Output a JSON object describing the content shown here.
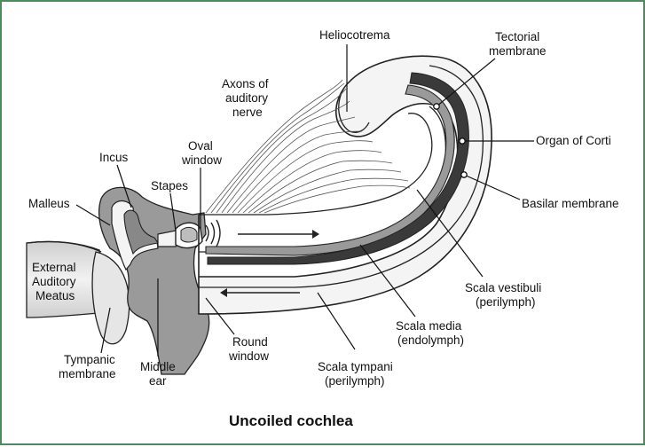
{
  "title": "Uncoiled cochlea",
  "labels": {
    "helicotrema": "Heliocotrema",
    "tectorial_1": "Tectorial",
    "tectorial_2": "membrane",
    "axons_1": "Axons of",
    "axons_2": "auditory",
    "axons_3": "nerve",
    "organ_of_corti": "Organ of Corti",
    "oval_1": "Oval",
    "oval_2": "window",
    "incus": "Incus",
    "stapes": "Stapes",
    "malleus": "Malleus",
    "basilar_membrane": "Basilar membrane",
    "eam_1": "External",
    "eam_2": "Auditory",
    "eam_3": "Meatus",
    "vestibuli_1": "Scala vestibuli",
    "vestibuli_2": "(perilymph)",
    "media_1": "Scala media",
    "media_2": "(endolymph)",
    "round_1": "Round",
    "round_2": "window",
    "tympanic_1": "Tympanic",
    "tympanic_2": "membrane",
    "middle_1": "Middle",
    "middle_2": "ear",
    "tympani_1": "Scala tympani",
    "tympani_2": "(perilymph)"
  },
  "colors": {
    "frame": "#4e8a5e",
    "bone_gray": "#9a9a9a",
    "dark_band": "#3a3a3a",
    "light_fill": "#f4f4f4",
    "outline": "#222222"
  }
}
